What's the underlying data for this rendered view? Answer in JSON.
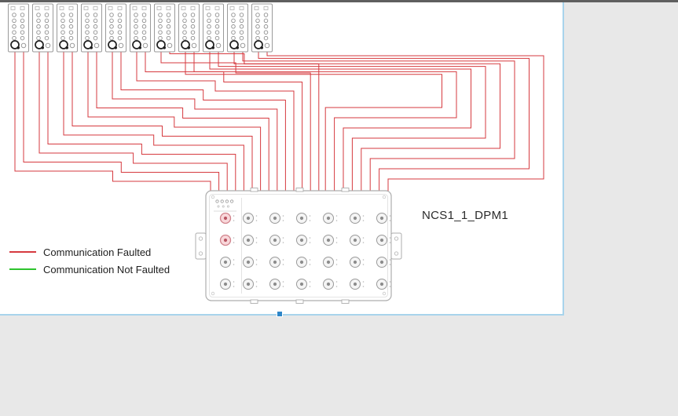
{
  "canvas": {
    "device_label": "NCS1_1_DPM1"
  },
  "legend": {
    "items": [
      {
        "label": "Communication Faulted",
        "color": "#d63a3f"
      },
      {
        "label": "Communication Not Faulted",
        "color": "#2ec42e"
      }
    ]
  },
  "colors": {
    "wire_faulted": "#d63a3f",
    "wire_not_faulted": "#2ec42e",
    "selection_border": "#a8d4ec",
    "selection_handle": "#2e86c8"
  }
}
